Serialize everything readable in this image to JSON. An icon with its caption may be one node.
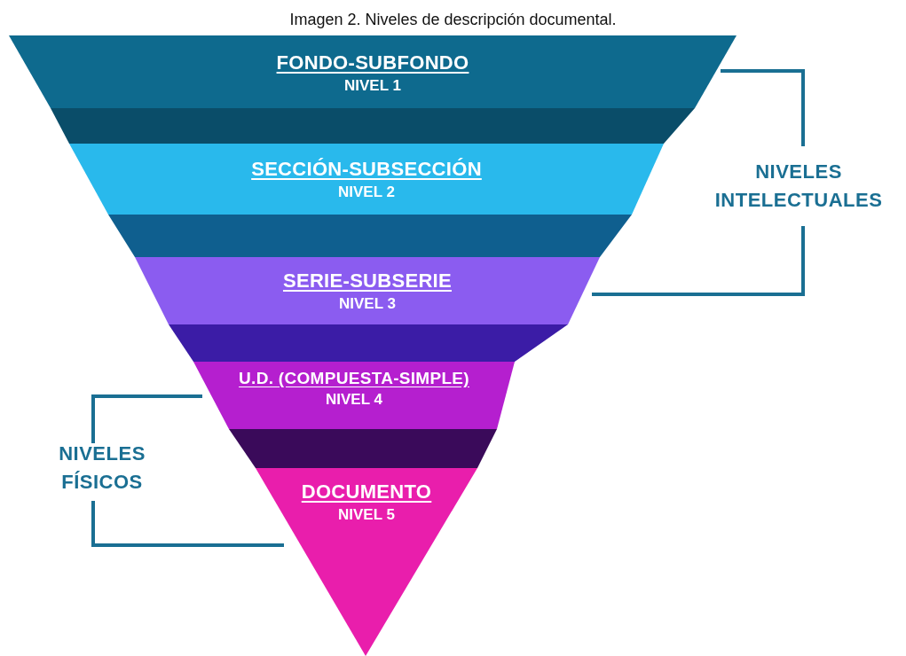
{
  "diagram": {
    "title": "Imagen 2. Niveles de descripción documental.",
    "nodes": [
      {
        "text": [
          "FONDO-SUBFONDO",
          "NIVEL 1"
        ]
      },
      {
        "text": [
          "SECCIÓN-SUBSECCIÓN",
          "NIVEL 2"
        ]
      },
      {
        "text": [
          "SERIE-SUBSERIE",
          "NIVEL 3"
        ]
      },
      {
        "text": [
          "U.D. (COMPUESTA-SIMPLE)",
          "NIVEL 4"
        ]
      },
      {
        "text": [
          "DOCUMENTO",
          "NIVEL 5"
        ]
      }
    ],
    "edges": [],
    "labels": [
      "NIVELES INTELECTUALES",
      "NIVELES FÍSICOS"
    ]
  }
}
